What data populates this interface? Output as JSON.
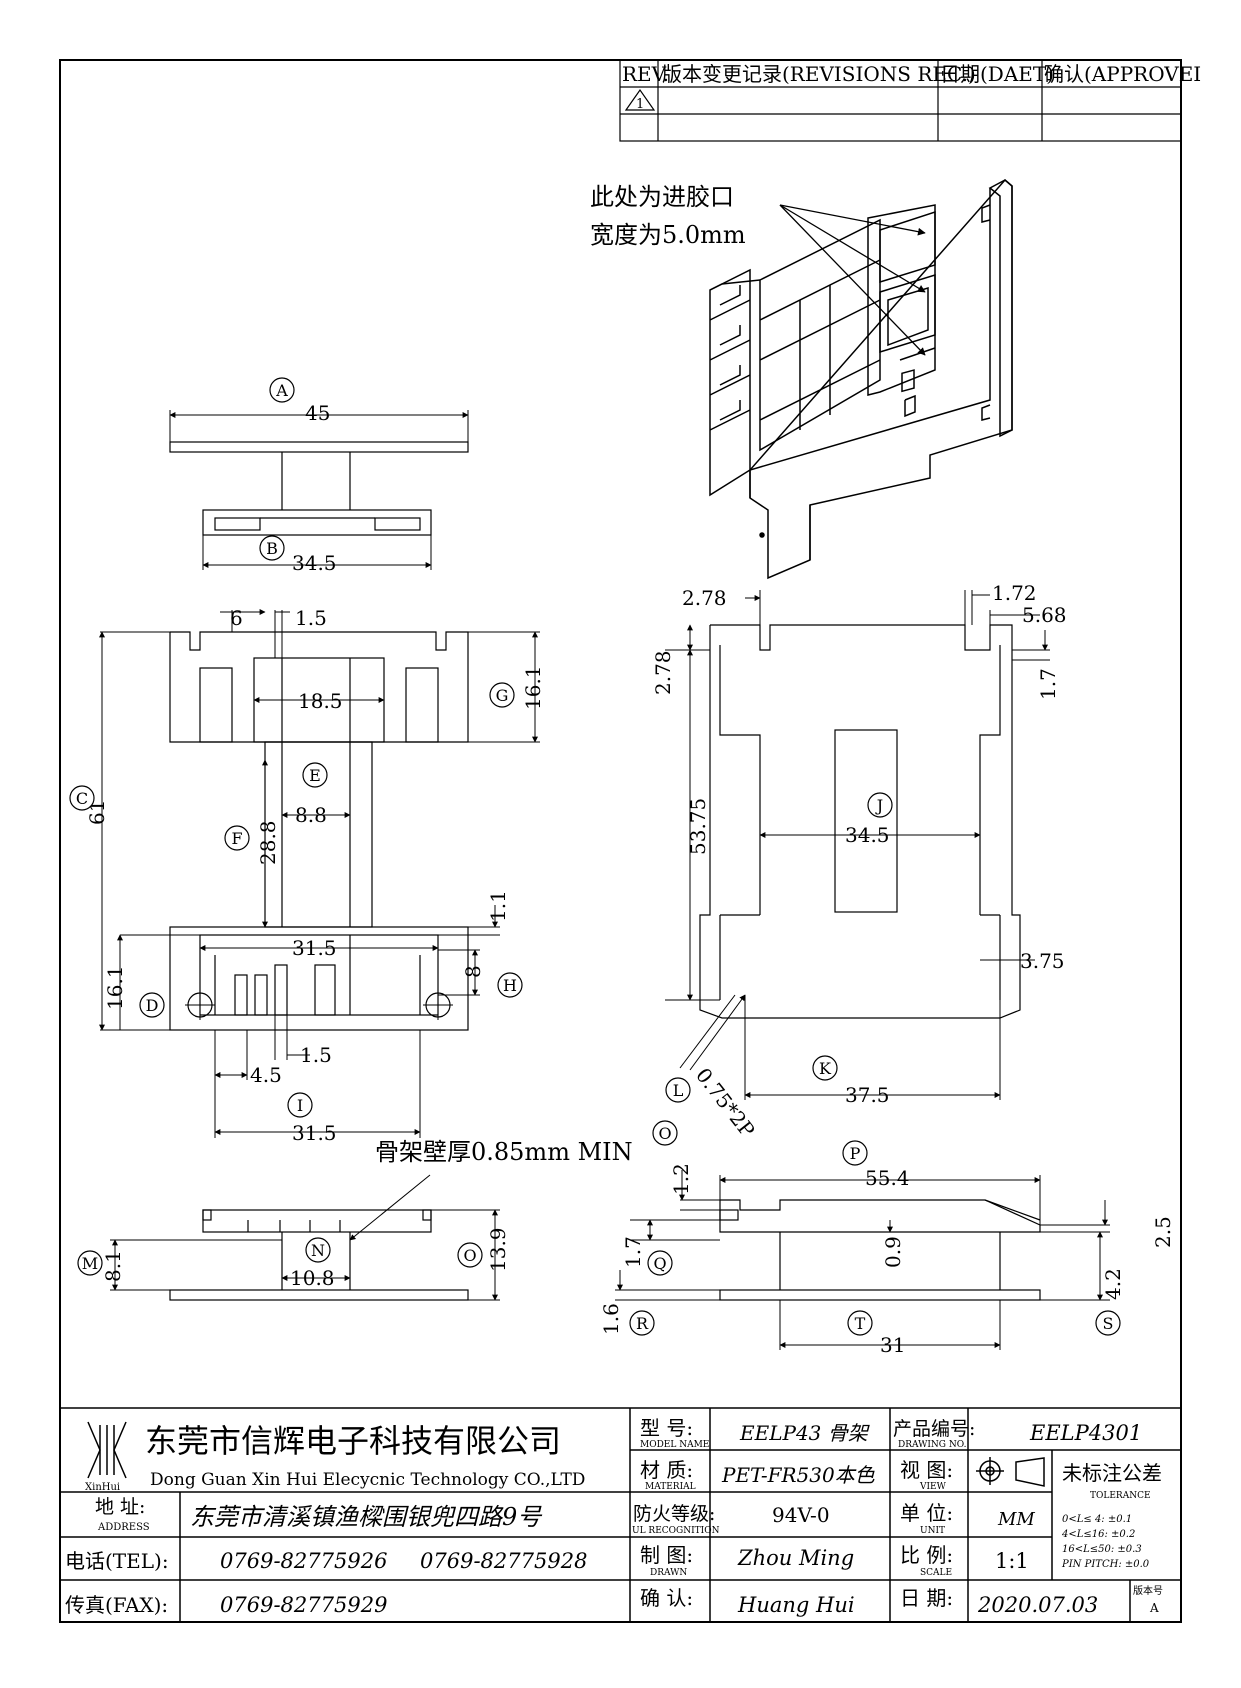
{
  "revision_table": {
    "headers": [
      "REV.",
      "版本变更记录(REVISIONS REC.)",
      "日期(DAET)",
      "确认(APPROVEI"
    ],
    "rev_mark": "1"
  },
  "notes": {
    "gate": "此处为进胶口",
    "gate_width": "宽度为5.0mm",
    "wall": "骨架壁厚0.85mm MIN"
  },
  "labels": {
    "A": "A",
    "B": "B",
    "C": "C",
    "D": "D",
    "E": "E",
    "F": "F",
    "G": "G",
    "H": "H",
    "I": "I",
    "J": "J",
    "K": "K",
    "L": "L",
    "M": "M",
    "N": "N",
    "O": "O",
    "O2": "O",
    "P": "P",
    "Q": "Q",
    "R": "R",
    "S": "S",
    "T": "T"
  },
  "dims": {
    "top_width": "45",
    "top_base": "34.5",
    "d6": "6",
    "d1_5a": "1.5",
    "d18_5": "18.5",
    "d16_1a": "16.1",
    "d61": "61",
    "d8_8": "8.8",
    "d28_8": "28.8",
    "d1_1": "1.1",
    "d31_5a": "31.5",
    "d8": "8",
    "d16_1b": "16.1",
    "d1_5b": "1.5",
    "d4_5": "4.5",
    "d31_5b": "31.5",
    "d10_8": "10.8",
    "d8_1": "8.1",
    "d13_9": "13.9",
    "r2_78a": "2.78",
    "r2_78b": "2.78",
    "r1_72": "1.72",
    "r5_68": "5.68",
    "r1_7": "1.7",
    "r53_75": "53.75",
    "r34_5": "34.5",
    "r3_75": "3.75",
    "r0_75": "0.75*2P",
    "r37_5": "37.5",
    "s1_2": "1.2",
    "s55_4": "55.4",
    "s2_5": "2.5",
    "s1_7": "1.7",
    "s0_9": "0.9",
    "s4_2": "4.2",
    "s1_6": "1.6",
    "s31": "31"
  },
  "title_block": {
    "company_cn": "东莞市信辉电子科技有限公司",
    "company_en": "Dong Guan Xin Hui Elecycnic Technology CO.,LTD",
    "logo_text": "XinHui",
    "address_label": "地  址:",
    "address_label_en": "ADDRESS",
    "address": "东莞市清溪镇渔樑围银兜四路9号",
    "tel_label": "电话(TEL):",
    "tel1": "0769-82775926",
    "tel2": "0769-82775928",
    "fax_label": "传真(FAX):",
    "fax": "0769-82775929",
    "model_label": "型  号:",
    "model_label_en": "MODEL NAME",
    "model": "EELP43 骨架",
    "material_label": "材  质:",
    "material_label_en": "MATERIAL",
    "material": "PET-FR530本色",
    "ul_label": "防火等级:",
    "ul_label_en": "UL RECOGNITION",
    "ul": "94V-0",
    "drawn_label": "制  图:",
    "drawn_label_en": "DRAWN",
    "drawn": "Zhou Ming",
    "confirm_label": "确  认:",
    "confirm": "Huang Hui",
    "drawing_no_label": "产品编号:",
    "drawing_no_label_en": "DRAWING NO.",
    "drawing_no": "EELP4301",
    "view_label": "视  图:",
    "view_label_en": "VIEW",
    "unit_label": "单  位:",
    "unit_label_en": "UNIT",
    "unit": "MM",
    "scale_label": "比  例:",
    "scale_label_en": "SCALE",
    "scale": "1:1",
    "date_label": "日  期:",
    "date": "2020.07.03",
    "tolerance_label": "未标注公差",
    "tolerance_label_en": "TOLERANCE",
    "tol1": "0<L≤ 4:  ±0.1",
    "tol2": "4<L≤16:  ±0.2",
    "tol3": "16<L≤50:  ±0.3",
    "tol4": "PIN PITCH:  ±0.0",
    "version_label": "版本号",
    "version": "A"
  }
}
